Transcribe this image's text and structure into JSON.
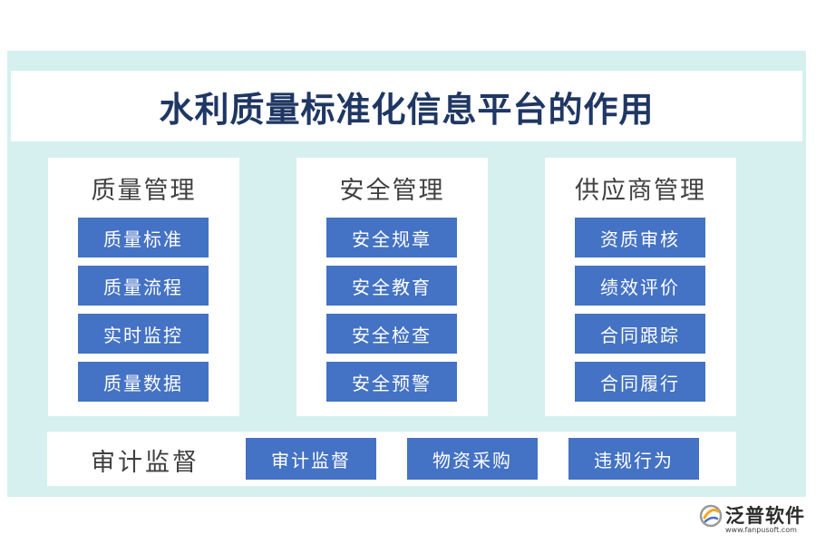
{
  "title": "水利质量标准化信息平台的作用",
  "panels": [
    {
      "heading": "质量管理",
      "items": [
        "质量标准",
        "质量流程",
        "实时监控",
        "质量数据"
      ]
    },
    {
      "heading": "安全管理",
      "items": [
        "安全规章",
        "安全教育",
        "安全检查",
        "安全预警"
      ]
    },
    {
      "heading": "供应商管理",
      "items": [
        "资质审核",
        "绩效评价",
        "合同跟踪",
        "合同履行"
      ]
    }
  ],
  "audit": {
    "heading": "审计监督",
    "items": [
      "审计监督",
      "物资采购",
      "违规行为"
    ]
  },
  "logo": {
    "name": "泛普软件",
    "url": "www.fanpusoft.com"
  },
  "colors": {
    "background": "#d5f0ef",
    "box": "#4472c4",
    "title": "#1f3763",
    "logo_accent": "#f5a623"
  }
}
